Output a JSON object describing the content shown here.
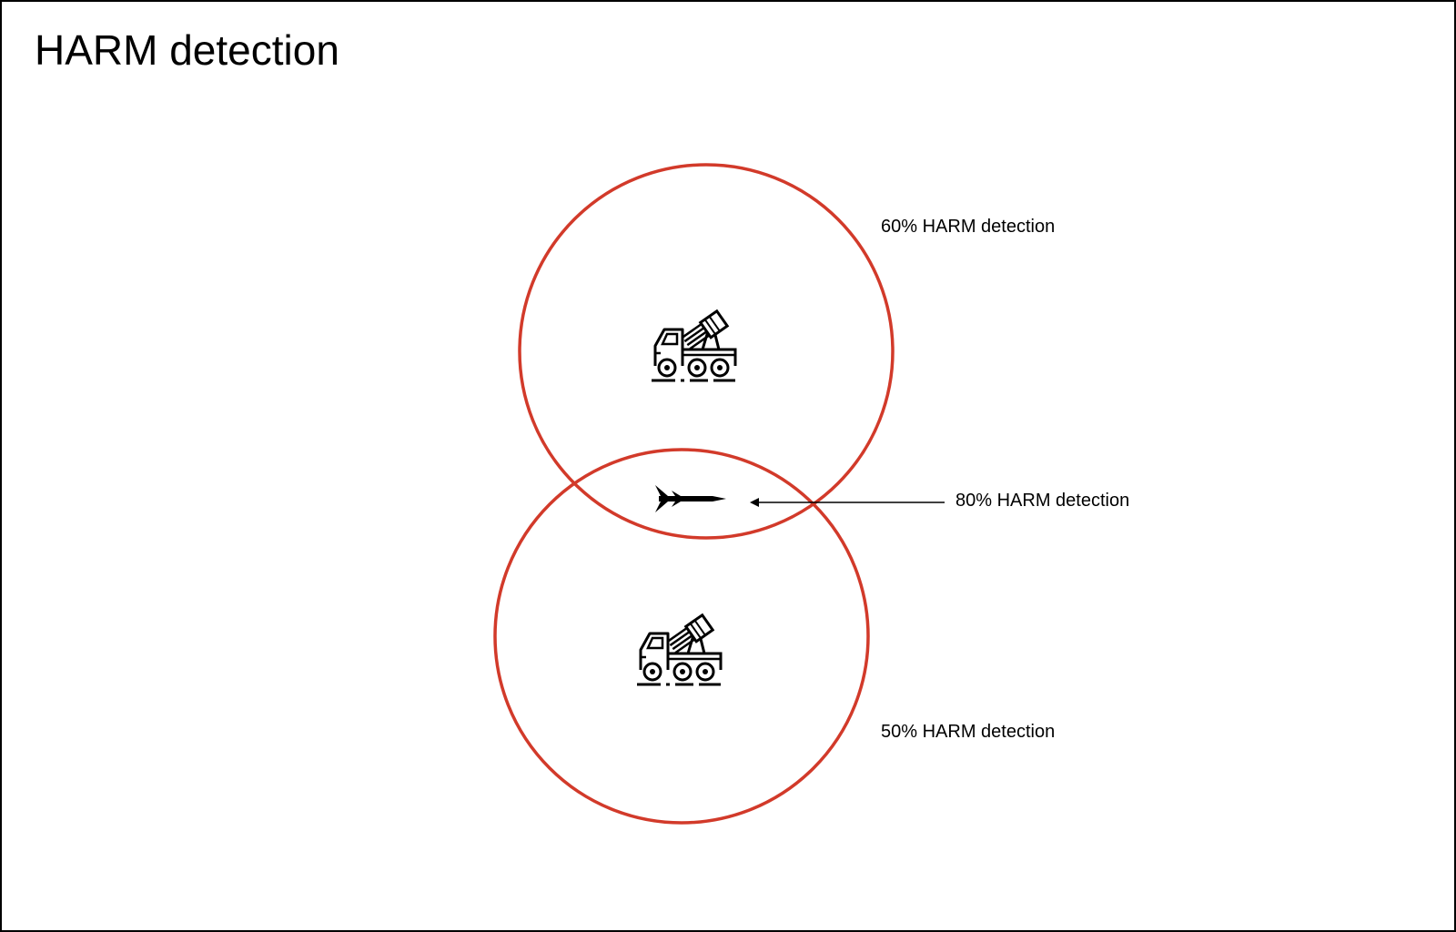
{
  "title": "HARM detection",
  "zones": [
    {
      "label": "60% HARM detection",
      "detection_percent": 60
    },
    {
      "label": "50% HARM detection",
      "detection_percent": 50
    }
  ],
  "overlap": {
    "label": "80% HARM detection",
    "detection_percent": 80
  },
  "icons": {
    "launcher": "rocket-launcher-truck-icon",
    "missile": "missile-icon"
  },
  "colors": {
    "circle": "#d23a2a",
    "ink": "#000000",
    "background": "#ffffff"
  }
}
